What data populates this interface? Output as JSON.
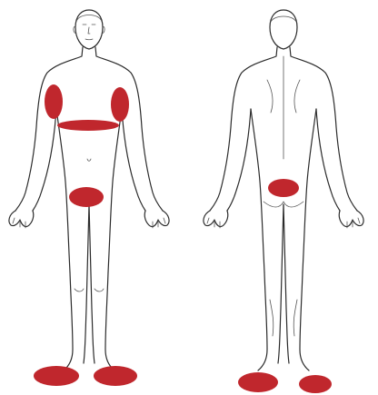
{
  "figure": {
    "views": [
      {
        "name": "front",
        "highlighted_regions": [
          "right-chest",
          "left-chest",
          "lower-chest-band",
          "pelvis",
          "right-foot",
          "left-foot"
        ]
      },
      {
        "name": "back",
        "highlighted_regions": [
          "lower-back",
          "right-foot",
          "left-foot"
        ]
      }
    ],
    "colors": {
      "highlight": "#c0272d",
      "outline": "#2b2b2b",
      "background": "#ffffff"
    }
  }
}
